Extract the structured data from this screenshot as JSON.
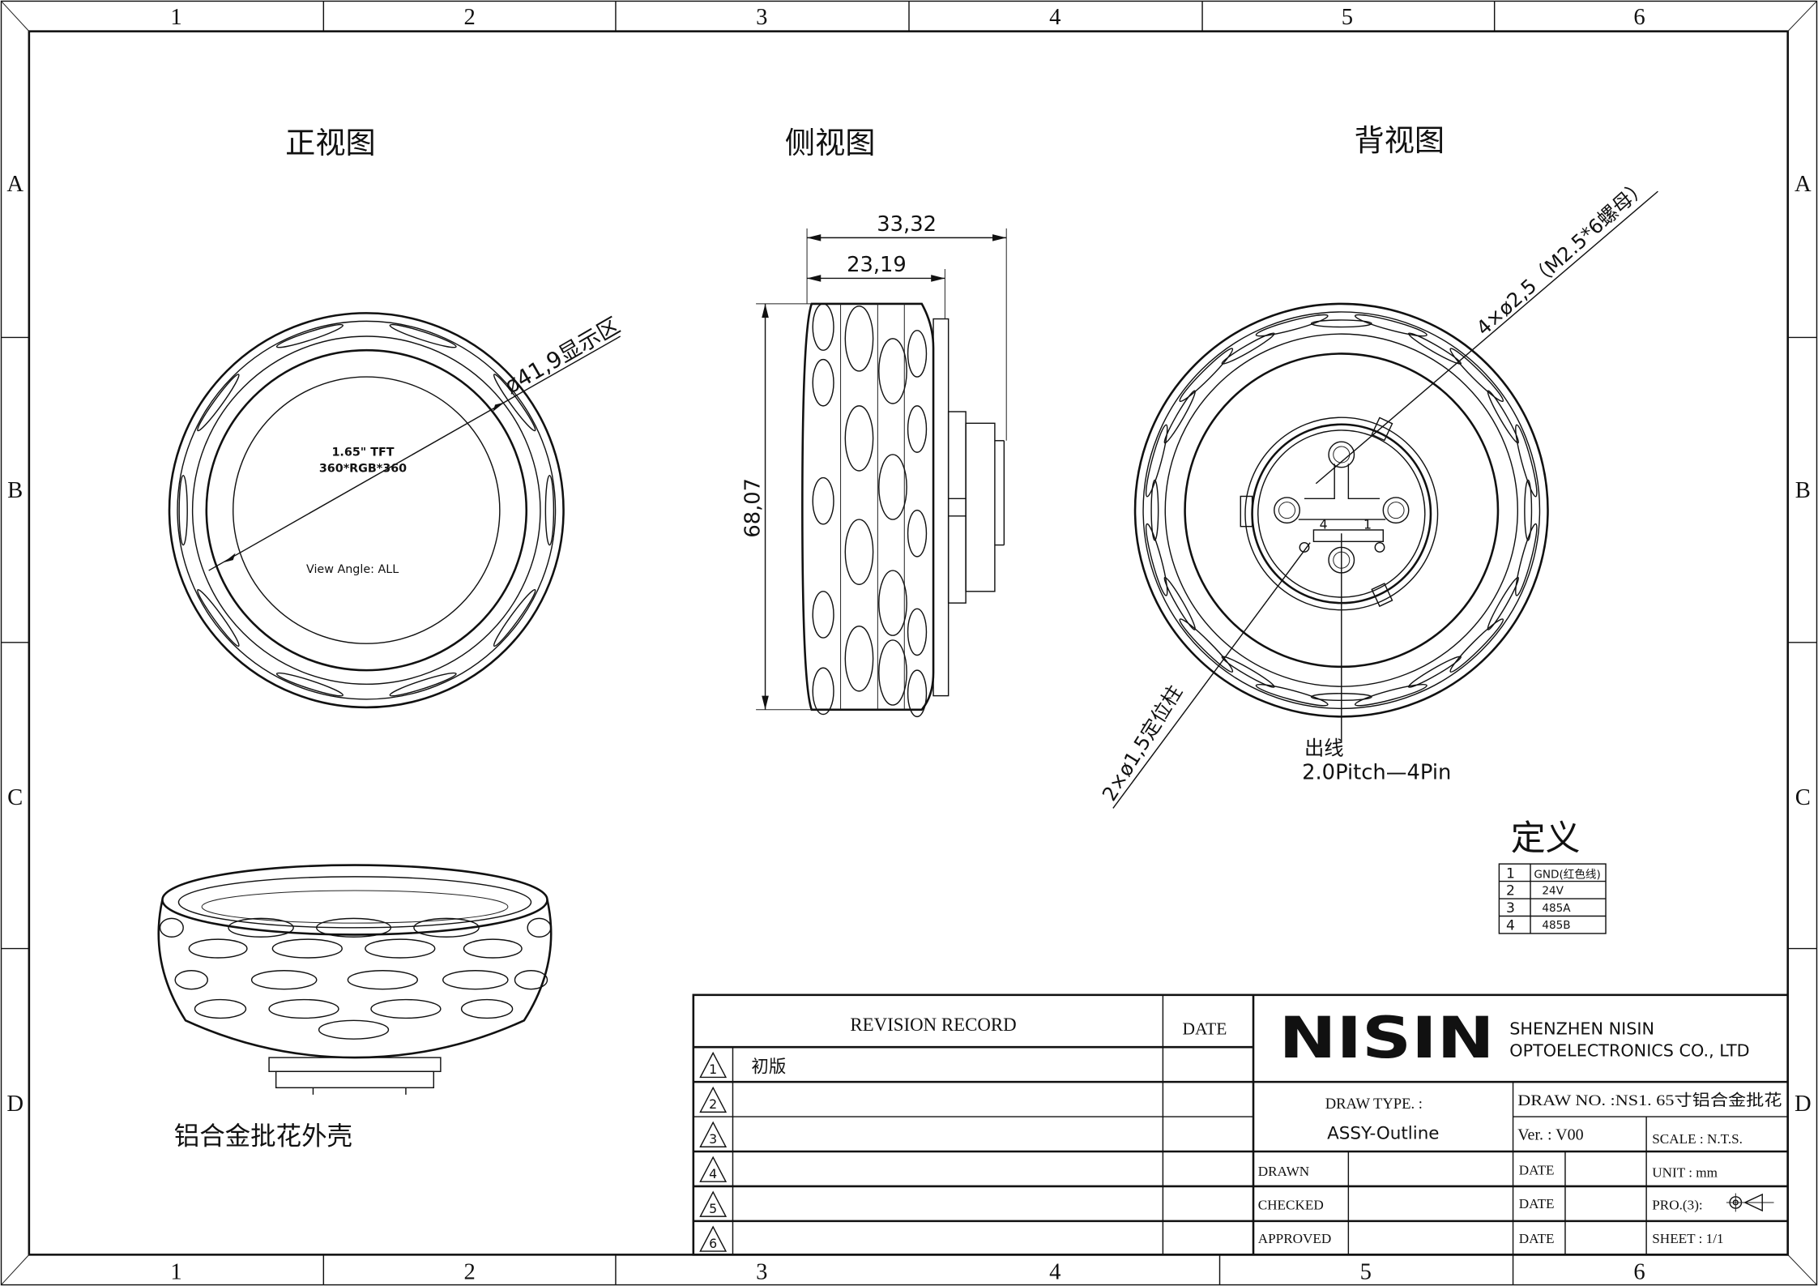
{
  "border": {
    "columns": [
      "1",
      "2",
      "3",
      "4",
      "5",
      "6"
    ],
    "rows": [
      "A",
      "B",
      "C",
      "D"
    ]
  },
  "views": {
    "front": {
      "title": "正视图",
      "display_size": "1.65\"  TFT",
      "resolution": "360*RGB*360",
      "view_angle": "View Angle:  ALL",
      "dim_display": "ø41,9显示区"
    },
    "side": {
      "title": "侧视图",
      "dim_total_depth": "33,32",
      "dim_body_depth": "23,19",
      "dim_height": "68,07"
    },
    "back": {
      "title": "背视图",
      "dim_holes": "4×ø2,5（M2.5*6螺母）",
      "dim_pins": "2×ø1,5定位柱",
      "pin_label_4": "4",
      "pin_label_1": "1",
      "cable_label": "出线",
      "cable_spec": "2.0Pitch—4Pin"
    },
    "iso": {
      "caption": "铝合金批花外壳"
    }
  },
  "pin_definition": {
    "title": "定义",
    "rows": [
      {
        "pin": "1",
        "signal": "GND(红色线)"
      },
      {
        "pin": "2",
        "signal": "24V"
      },
      {
        "pin": "3",
        "signal": "485A"
      },
      {
        "pin": "4",
        "signal": "485B"
      }
    ]
  },
  "title_block": {
    "revision_header": "REVISION  RECORD",
    "date_header": "DATE",
    "revisions": [
      {
        "num": "1",
        "text": "初版"
      },
      {
        "num": "2",
        "text": ""
      },
      {
        "num": "3",
        "text": ""
      },
      {
        "num": "4",
        "text": ""
      },
      {
        "num": "5",
        "text": ""
      },
      {
        "num": "6",
        "text": ""
      }
    ],
    "logo": "NISIN",
    "company_line1": "SHENZHEN NISIN",
    "company_line2": "OPTOELECTRONICS CO., LTD",
    "draw_type_label": "DRAW  TYPE. :",
    "draw_type_value": "ASSY-Outline",
    "draw_no": "DRAW  NO. :NS1. 65寸铝合金批花",
    "version": "Ver. :  V00",
    "scale": "SCALE : N.T.S.",
    "unit": "UNIT : mm",
    "projection": "PRO.(3):",
    "sheet": "SHEET :   1/1",
    "drawn": "DRAWN",
    "checked": "CHECKED",
    "approved": "APPROVED",
    "date": "DATE"
  }
}
